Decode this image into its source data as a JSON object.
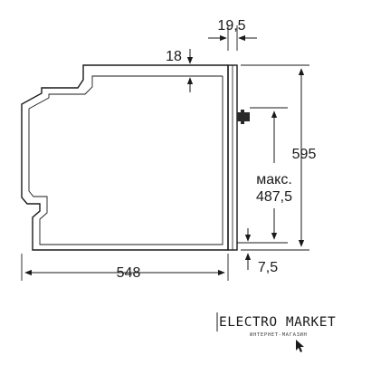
{
  "diagram": {
    "dimensions": {
      "top_depth": "19,5",
      "top_offset": "18",
      "height": "595",
      "max_label": "макс.",
      "max_value": "487,5",
      "bottom_offset": "7,5",
      "depth": "548"
    },
    "watermark": {
      "title": "ELECTRO MARKET",
      "subtitle": "ИНТЕРНЕТ-МАГАЗИН"
    }
  }
}
